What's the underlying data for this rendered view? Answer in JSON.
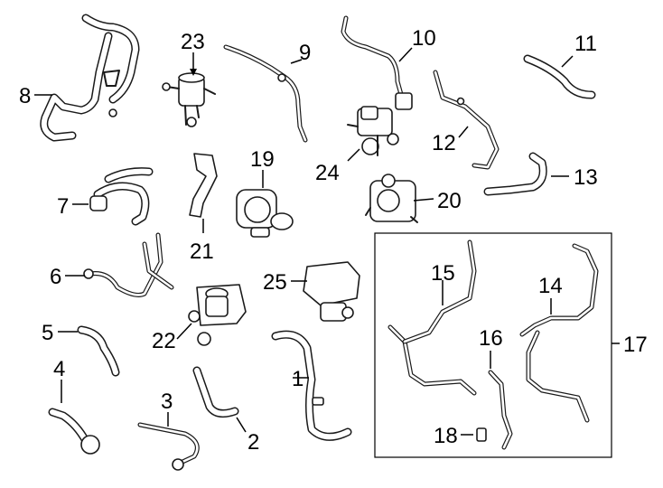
{
  "callouts": {
    "c1": "1",
    "c2": "2",
    "c3": "3",
    "c4": "4",
    "c5": "5",
    "c6": "6",
    "c7": "7",
    "c8": "8",
    "c9": "9",
    "c10": "10",
    "c11": "11",
    "c12": "12",
    "c13": "13",
    "c14": "14",
    "c15": "15",
    "c16": "16",
    "c17": "17",
    "c18": "18",
    "c19": "19",
    "c20": "20",
    "c21": "21",
    "c22": "22",
    "c23": "23",
    "c24": "24",
    "c25": "25"
  },
  "style": {
    "line_color": "#1a1a1a",
    "background": "#ffffff"
  }
}
